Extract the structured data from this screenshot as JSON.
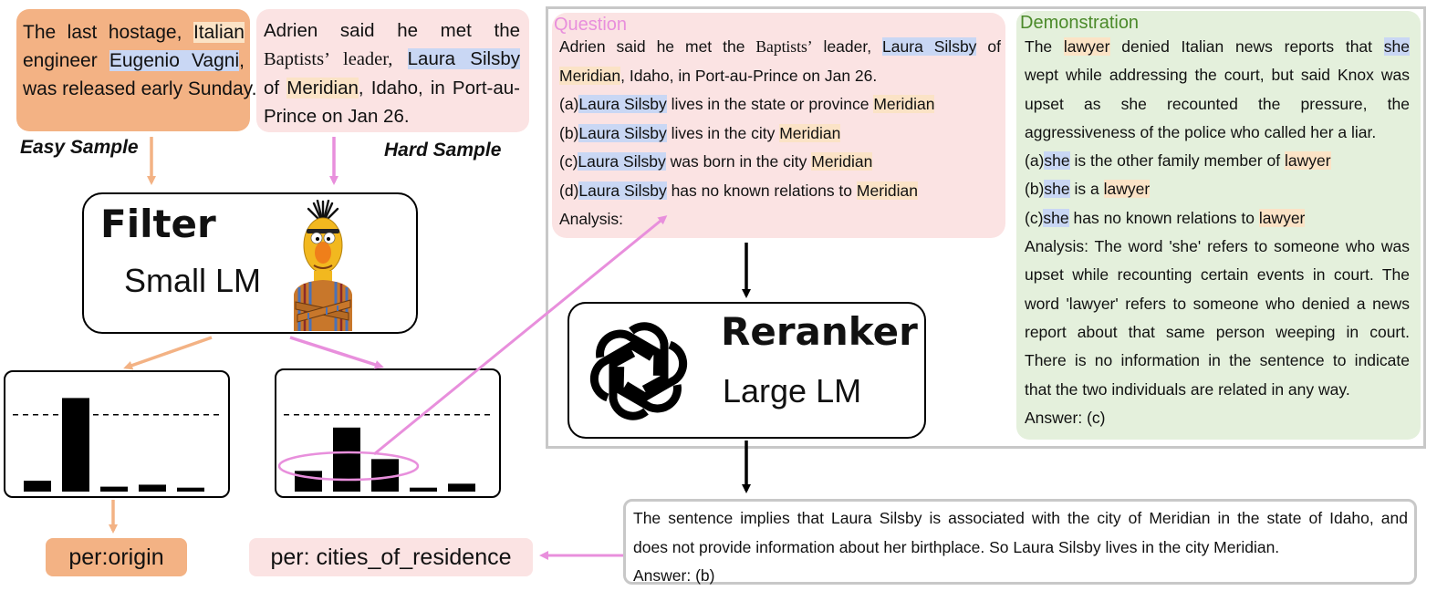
{
  "easy_sample": {
    "line1_a": "The last hostage,",
    "line1_hl": "Italian",
    "line2_a": "engineer",
    "line2_hl": "Eugenio Vagni",
    "line2_b": ",",
    "line3": "was released early Sunday.",
    "label": "Easy Sample"
  },
  "hard_sample": {
    "line1": "Adrien said he met the",
    "line2_a": "Baptists’ leader,",
    "line2_hl": "Laura Silsby",
    "line3_a": "of",
    "line3_hl": "Meridian",
    "line3_b": ", Idaho, in Port-au-",
    "line4": "Prince on Jan 26.",
    "label": "Hard Sample"
  },
  "filter": {
    "title": "Filter",
    "subtitle": "Small LM",
    "mascot_icon": "muppet-mascot-icon"
  },
  "outputs": {
    "easy_label": "per:origin",
    "hard_label": "per: cities_of_residence"
  },
  "question": {
    "title": "Question",
    "l1_a": "Adrien said he met the ",
    "l1_b": "Baptists’",
    "l1_c": " leader, ",
    "l1_hl": "Laura Silsby",
    "l1_d": " of",
    "l2_hl": "Meridian",
    "l2_a": ", Idaho, in Port-au-Prince on Jan 26.",
    "opt_a_pre": "(a)",
    "opt_a_ent": "Laura Silsby",
    "opt_a_mid": " lives in the state or province ",
    "opt_a_obj": "Meridian",
    "opt_b_pre": "(b)",
    "opt_b_ent": "Laura Silsby",
    "opt_b_mid": " lives in the city ",
    "opt_b_obj": "Meridian",
    "opt_c_pre": "(c)",
    "opt_c_ent": "Laura Silsby",
    "opt_c_mid": " was born in the city ",
    "opt_c_obj": "Meridian",
    "opt_d_pre": "(d)",
    "opt_d_ent": "Laura Silsby",
    "opt_d_mid": " has no known relations to ",
    "opt_d_obj": "Meridian",
    "analysis": "Analysis:"
  },
  "demonstration": {
    "title": "Demonstration",
    "l1_a": "The ",
    "l1_hl1": "lawyer",
    "l1_b": " denied Italian news reports that ",
    "l1_hl2": "she",
    "l2": "wept while addressing the court, but said Knox was",
    "l3": "upset as she recounted the pressure, the",
    "l4": "aggressiveness of the police who called her a liar.",
    "opt_a_pre": "(a)",
    "opt_a_ent": "she",
    "opt_a_mid": " is the other family member of ",
    "opt_a_obj": "lawyer",
    "opt_b_pre": "(b)",
    "opt_b_ent": "she",
    "opt_b_mid": " is a ",
    "opt_b_obj": "lawyer",
    "opt_c_pre": "(c)",
    "opt_c_ent": "she",
    "opt_c_mid": " has no known relations to ",
    "opt_c_obj": "lawyer",
    "a1": "Analysis: The word 'she' refers to someone who was",
    "a2": "upset while recounting certain events in court. The",
    "a3": "word 'lawyer' refers to someone who denied a news",
    "a4": "report about that same person weeping in court.",
    "a5": "There is no information in the sentence to indicate",
    "a6": "that the two individuals are related in any way.",
    "answer": "Answer: (c)"
  },
  "reranker": {
    "title": "Reranker",
    "subtitle": "Large LM",
    "logo_icon": "openai-logo-icon"
  },
  "final_answer": {
    "l1": "The sentence implies that Laura Silsby is associated with the city of Meridian in the state of Idaho, and",
    "l2": "does not provide information about her birthplace. So Laura Silsby lives in the city Meridian.",
    "l3": "Answer: (b)"
  },
  "histograms": {
    "easy_values": [
      0.11,
      0.95,
      0.05,
      0.07,
      0.04
    ],
    "hard_values": [
      0.21,
      0.65,
      0.33,
      0.04,
      0.08
    ]
  },
  "colors": {
    "easy": "#f3b284",
    "hard": "#e88fdc",
    "question_bg": "#fbe3e3",
    "demo_bg": "#e4f0dc",
    "entity_hl": "#c9d7f4",
    "object_hl": "#fbe3c6",
    "question_title": "#e88fdc",
    "demo_title": "#4b8a2a"
  }
}
